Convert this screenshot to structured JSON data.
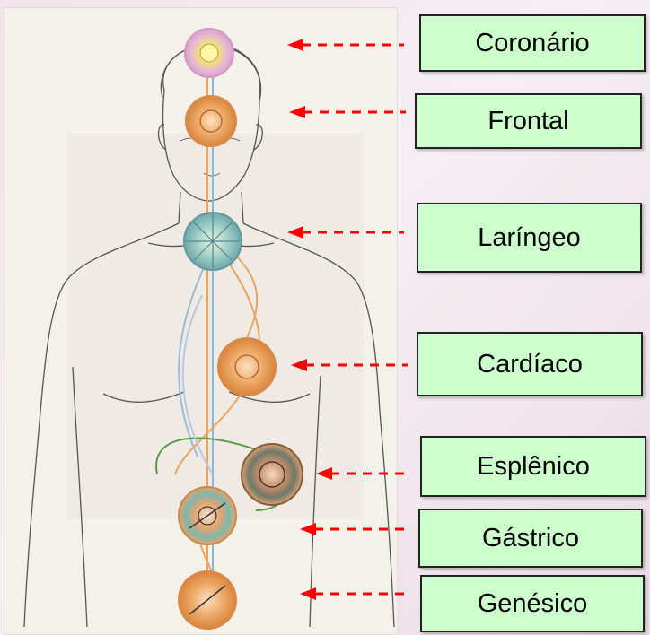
{
  "labels": [
    "Coronário",
    "Frontal",
    "Laríngeo",
    "Cardíaco",
    "Esplênico",
    "Gástrico",
    "Genésico"
  ],
  "colors": {
    "label_fill": "#ccffcc",
    "label_border": "#222222",
    "arrow": "#ff0000",
    "skin_line": "#555555",
    "chakra_orange": "#e8a460",
    "chakra_teal": "#8fc9c0",
    "chakra_yellow": "#f5e46a",
    "nerve_green": "#5a9a4a",
    "nerve_blue": "#8ab6d8"
  }
}
